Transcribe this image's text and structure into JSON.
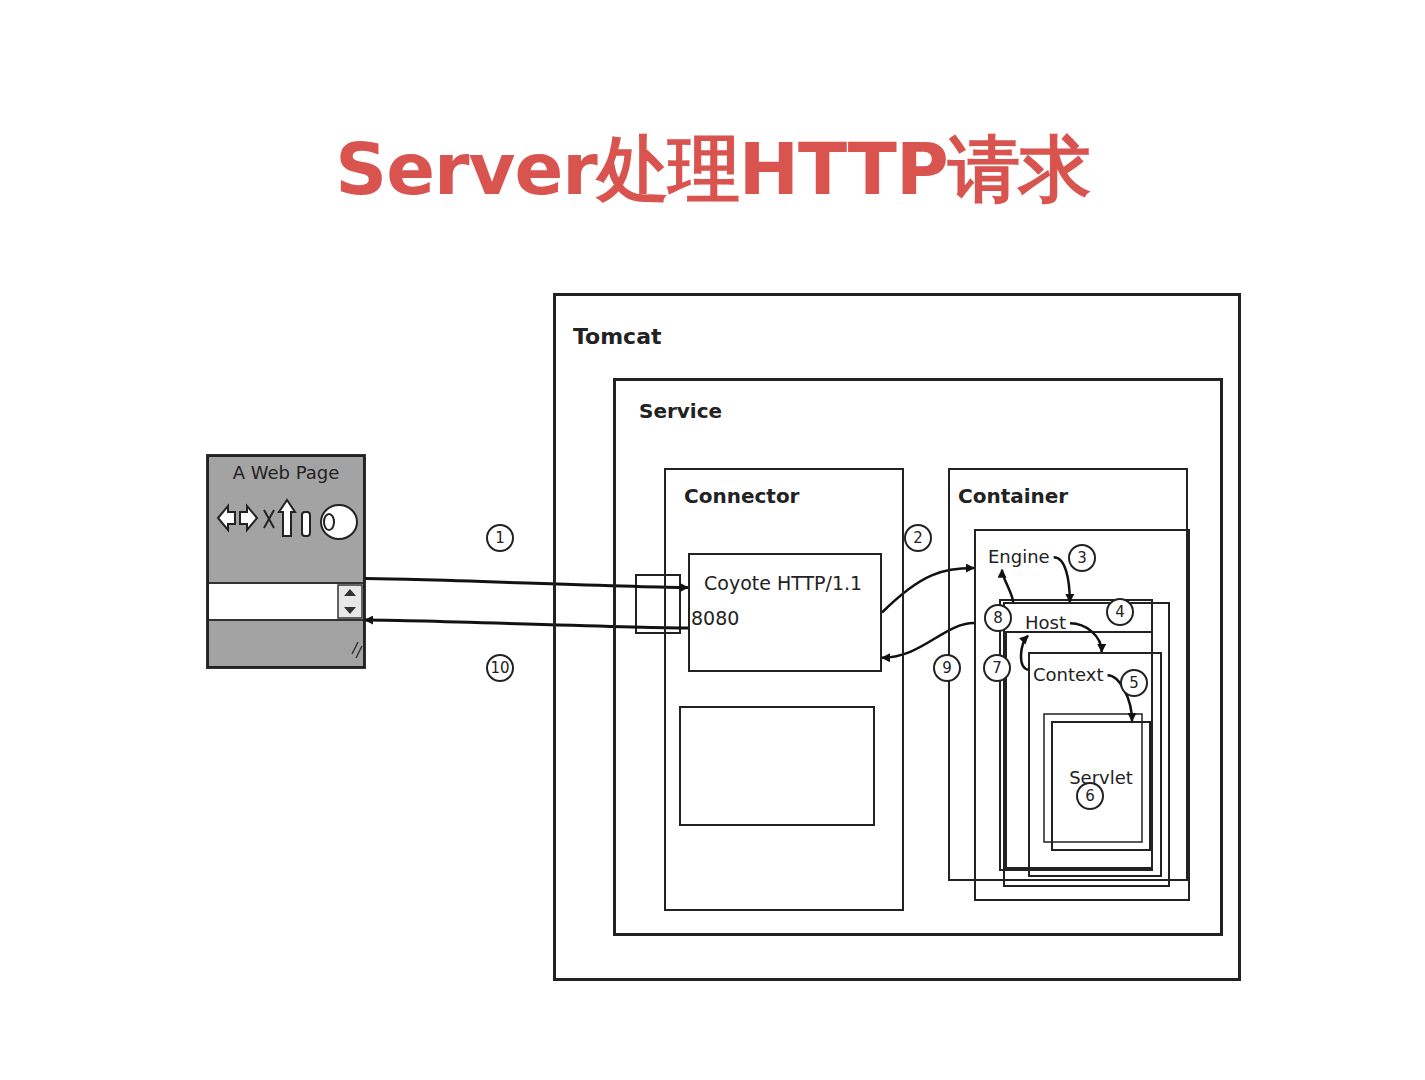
{
  "diagram": {
    "title": "Server处理HTTP请求",
    "nodes": [
      {
        "text": [
          "A Web Page"
        ]
      },
      {
        "text": [
          "Tomcat"
        ]
      },
      {
        "text": [
          "Service"
        ],
        "in": 1
      },
      {
        "text": [
          "Connector"
        ],
        "in": 2
      },
      {
        "text": [
          "Coyote HTTP/1.1",
          "8080"
        ],
        "in": 3
      },
      {
        "text": [
          "Container"
        ],
        "in": 2
      },
      {
        "text": [
          "Engine"
        ],
        "in": 5
      },
      {
        "text": [
          "Host"
        ],
        "in": 6
      },
      {
        "text": [
          "Context"
        ],
        "in": 7
      },
      {
        "text": [
          "Servlet"
        ],
        "in": 8
      }
    ],
    "edges": [
      {
        "from": 0,
        "to": 4,
        "arrow": "to"
      },
      {
        "from": 4,
        "to": 0,
        "arrow": "to"
      },
      {
        "from": 4,
        "to": 6,
        "arrow": "to"
      },
      {
        "from": 6,
        "to": 4,
        "arrow": "to"
      },
      {
        "from": 6,
        "to": 7,
        "arrow": "to"
      },
      {
        "from": 7,
        "to": 8,
        "arrow": "to"
      },
      {
        "from": 8,
        "to": 9,
        "arrow": "to"
      },
      {
        "from": 8,
        "to": 7,
        "arrow": "to"
      },
      {
        "from": 7,
        "to": 6,
        "arrow": "to"
      }
    ],
    "labels": [
      "1",
      "2",
      "3",
      "4",
      "5",
      "6",
      "7",
      "8",
      "9",
      "10"
    ]
  }
}
